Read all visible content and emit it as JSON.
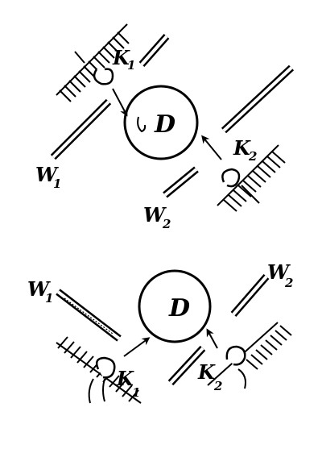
{
  "top_panel": {
    "disc_label": "D",
    "k1": {
      "base": "K",
      "sub": "1"
    },
    "k2": {
      "base": "K",
      "sub": "2"
    },
    "w1": {
      "base": "W",
      "sub": "1"
    },
    "w2": {
      "base": "W",
      "sub": "2"
    }
  },
  "bottom_panel": {
    "disc_label": "D",
    "k1": {
      "base": "K",
      "sub": "1"
    },
    "k2": {
      "base": "K",
      "sub": "2"
    },
    "w1": {
      "base": "W",
      "sub": "1"
    },
    "w2": {
      "base": "W",
      "sub": "2"
    }
  }
}
